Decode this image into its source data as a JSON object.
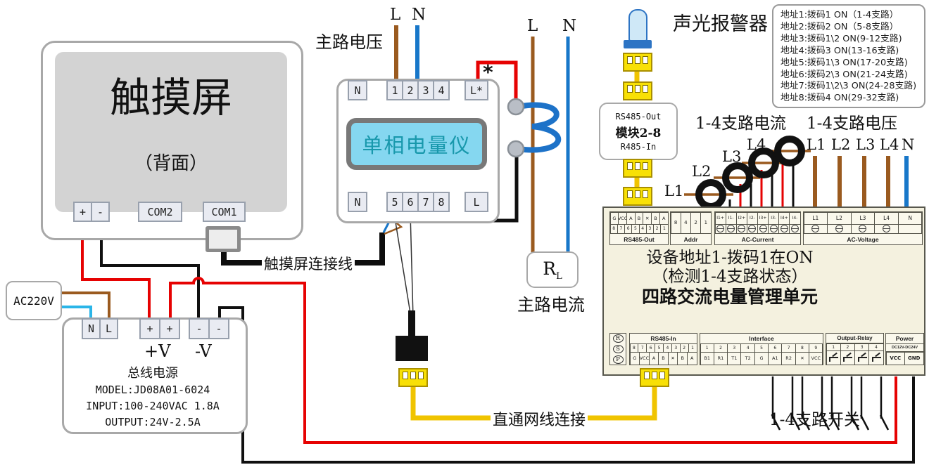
{
  "colors": {
    "wire_red": "#e60202",
    "wire_black": "#101010",
    "wire_brown": "#9a5a1f",
    "wire_blue": "#1877c9",
    "wire_cyan": "#2ab5e8",
    "wire_yellow": "#f0c400",
    "connector_yellow": "#f8e006",
    "unit_bg": "#f4f1df",
    "display_bg": "#85d7f0",
    "display_text": "#1898ac",
    "screen_gray": "#d3d3d3",
    "alarm_blue": "#2d74c4"
  },
  "touch_screen": {
    "title": "触摸屏",
    "subtitle": "（背面）",
    "terminals": [
      "+",
      "-"
    ],
    "com2": "COM2",
    "com1": "COM1"
  },
  "touch_cable_label": "触摸屏连接线",
  "network_label": "直通网线连接",
  "meter": {
    "display": "单相电量仪",
    "star": "*",
    "top_terminals": {
      "n": "N",
      "digits": [
        "1",
        "2",
        "3",
        "4"
      ],
      "l": "L*"
    },
    "bottom_terminals": {
      "n": "N",
      "digits": [
        "5",
        "6",
        "7",
        "8"
      ],
      "l": "L"
    }
  },
  "main_voltage": {
    "label": "主路电压",
    "l": "L",
    "n": "N"
  },
  "main_current": {
    "label": "主路电流",
    "load": "R",
    "load_sub": "L",
    "l": "L",
    "n": "N"
  },
  "alarm": {
    "label": "声光报警器"
  },
  "module_box": {
    "line1": "RS485-Out",
    "line2": "模块2-8",
    "line3": "R485-In"
  },
  "address_list": [
    "地址1:拨码1 ON（1-4支路）",
    "地址2:拨码2 ON（5-8支路）",
    "地址3:拨码1\\2 ON(9-12支路)",
    "地址4:拨码3 ON(13-16支路)",
    "地址5:拨码1\\3 ON(17-20支路)",
    "地址6:拨码2\\3 ON(21-24支路)",
    "地址7:拨码1\\2\\3 ON(24-28支路)",
    "地址8:拨码4 ON(29-32支路)"
  ],
  "branch_current_label": "1-4支路电流",
  "branch_voltage_label": "1-4支路电压",
  "ct_labels": [
    "L1",
    "L2",
    "L3",
    "L4"
  ],
  "voltage_labels": [
    "L1",
    "L2",
    "L3",
    "L4",
    "N"
  ],
  "unit": {
    "note1": "设备地址1-拨码1在ON",
    "note2": "（检测1-4支路状态）",
    "title": "四路交流电量管理单元",
    "rs485_out": {
      "label": "RS485-Out",
      "row1": [
        "G",
        "VCC",
        "A",
        "B",
        "✕",
        "B",
        "A"
      ],
      "row2": [
        "8",
        "7",
        "6",
        "5",
        "4",
        "3",
        "2",
        "1"
      ]
    },
    "addr": {
      "label": "Addr",
      "cells": [
        "8",
        "4",
        "2",
        "1"
      ]
    },
    "ac_current": {
      "label": "AC-Current",
      "cells": [
        "I1+",
        "I1-",
        "I2+",
        "I2-",
        "I3+",
        "I3-",
        "I4+",
        "I4-"
      ]
    },
    "ac_voltage": {
      "label": "AC-Voltage",
      "cells": [
        "L1",
        "L2",
        "L3",
        "L4",
        "N"
      ]
    },
    "side_marks": [
      "R",
      "S",
      "P"
    ],
    "rs485_in": {
      "label": "RS485-In",
      "row1": [
        "8",
        "7",
        "6",
        "5",
        "4",
        "3",
        "2",
        "1"
      ],
      "row2": [
        "G",
        "VCC",
        "A",
        "B",
        "✕",
        "B",
        "A"
      ]
    },
    "interface": {
      "label": "Interface",
      "row1": [
        "1",
        "2",
        "3",
        "4",
        "5",
        "6",
        "7",
        "8",
        "9"
      ],
      "row2": [
        "B1",
        "R1",
        "T1",
        "T2",
        "G",
        "A1",
        "R2",
        "✕",
        "VCC"
      ]
    },
    "output_relay": {
      "label": "Output-Relay",
      "cells": [
        "1",
        "2",
        "3",
        "4"
      ]
    },
    "power": {
      "label": "Power",
      "range": "DC12V-DC24V",
      "cells": [
        "VCC",
        "GND"
      ]
    }
  },
  "switch_label": "1-4支路开关",
  "psu": {
    "ac_label": "AC220V",
    "terminals": {
      "n": "N",
      "l": "L",
      "p1": "+",
      "p2": "+",
      "m1": "-",
      "m2": "-"
    },
    "plus_v": "+V",
    "minus_v": "-V",
    "name": "总线电源",
    "model": "MODEL:JD08A01-6024",
    "input": "INPUT:100-240VAC 1.8A",
    "output": "OUTPUT:24V-2.5A"
  }
}
